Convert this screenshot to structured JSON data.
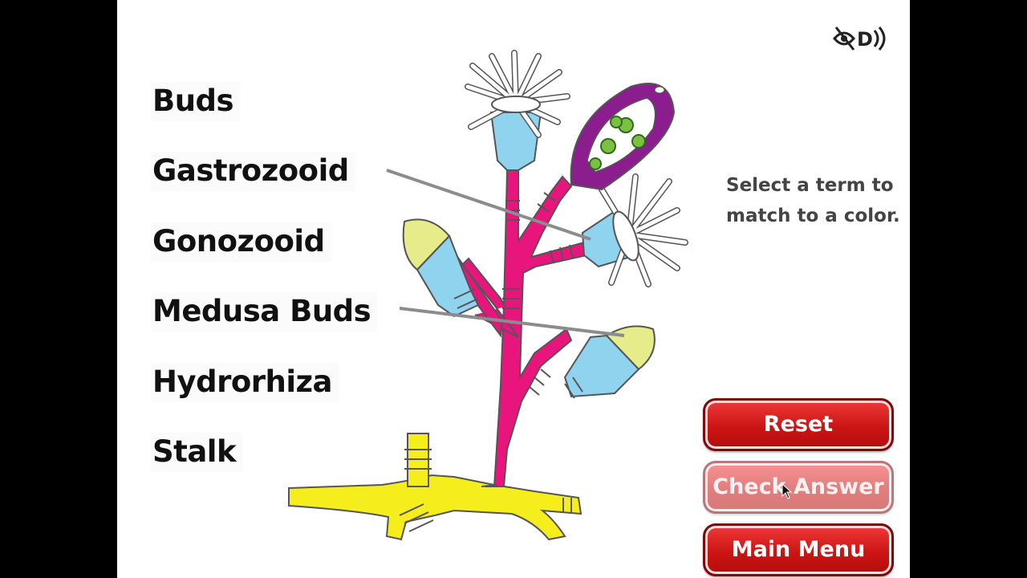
{
  "terms": [
    {
      "label": "Buds"
    },
    {
      "label": "Gastrozooid"
    },
    {
      "label": "Gonozooid"
    },
    {
      "label": "Medusa Buds"
    },
    {
      "label": "Hydrorhiza"
    },
    {
      "label": "Stalk"
    }
  ],
  "instructions": "Select a term to\nmatch to a color.",
  "buttons": {
    "reset": "Reset",
    "check_answer": "Check Answer",
    "main_menu": "Main Menu"
  },
  "audio_toggle": {
    "icon": "audio-description-off-icon",
    "letter": "D"
  },
  "check_answer_enabled": false,
  "colors": {
    "gonozooid": "#8b1d8f",
    "stalk": "#e8157d",
    "gastrozooid": "#8fd3ef",
    "medusa_buds": "#e6ec8a",
    "hydrorhiza": "#f6ee1c",
    "button": "#cc1414",
    "connector": "#8c8c8c"
  }
}
